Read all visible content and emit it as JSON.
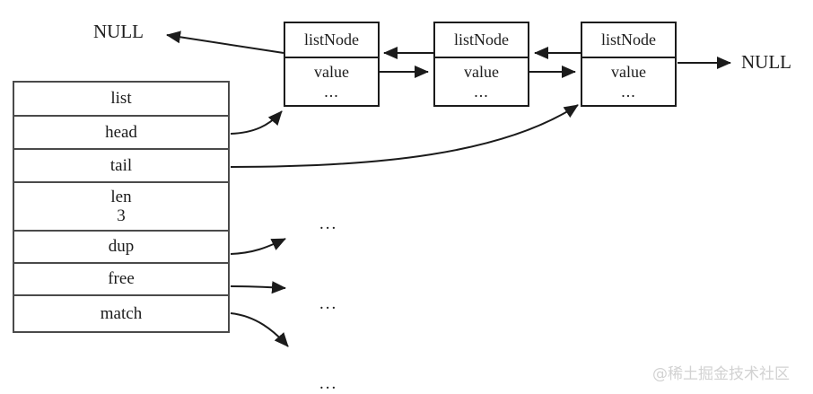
{
  "diagram": {
    "title": "redis list (adlist) structure diagram",
    "colors": {
      "stroke": "#1b1b1b",
      "table_stroke": "#4a4a4a",
      "background": "#ffffff",
      "watermark": "#d2d2d2"
    },
    "struct_table": {
      "name": "list",
      "rows": [
        {
          "label": "list",
          "value": ""
        },
        {
          "label": "head",
          "value": ""
        },
        {
          "label": "tail",
          "value": ""
        },
        {
          "label": "len",
          "value": "3"
        },
        {
          "label": "dup",
          "value": ""
        },
        {
          "label": "free",
          "value": ""
        },
        {
          "label": "match",
          "value": ""
        }
      ]
    },
    "nodes": [
      {
        "title": "listNode",
        "value": "value",
        "more": "..."
      },
      {
        "title": "listNode",
        "value": "value",
        "more": "..."
      },
      {
        "title": "listNode",
        "value": "value",
        "more": "..."
      }
    ],
    "labels": {
      "null_left": "NULL",
      "null_right": "NULL",
      "ellipsis_dup": "...",
      "ellipsis_free": "...",
      "ellipsis_match": "..."
    },
    "watermark": "@稀土掘金技术社区"
  }
}
